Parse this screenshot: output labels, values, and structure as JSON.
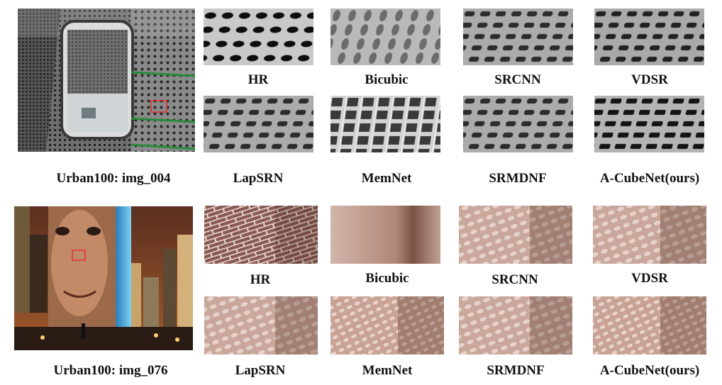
{
  "figure": {
    "rows": [
      {
        "dataset_label": "Urban100: img_004",
        "top_labels": [
          "HR",
          "Bicubic",
          "SRCNN",
          "VDSR"
        ],
        "bottom_labels": [
          "LapSRN",
          "MemNet",
          "SRMDNF",
          "A-CubeNet(ours)"
        ]
      },
      {
        "dataset_label": "Urban100: img_076",
        "top_labels": [
          "HR",
          "Bicubic",
          "SRCNN",
          "VDSR"
        ],
        "bottom_labels": [
          "LapSRN",
          "MemNet",
          "SRMDNF",
          "A-CubeNet(ours)"
        ]
      }
    ]
  }
}
